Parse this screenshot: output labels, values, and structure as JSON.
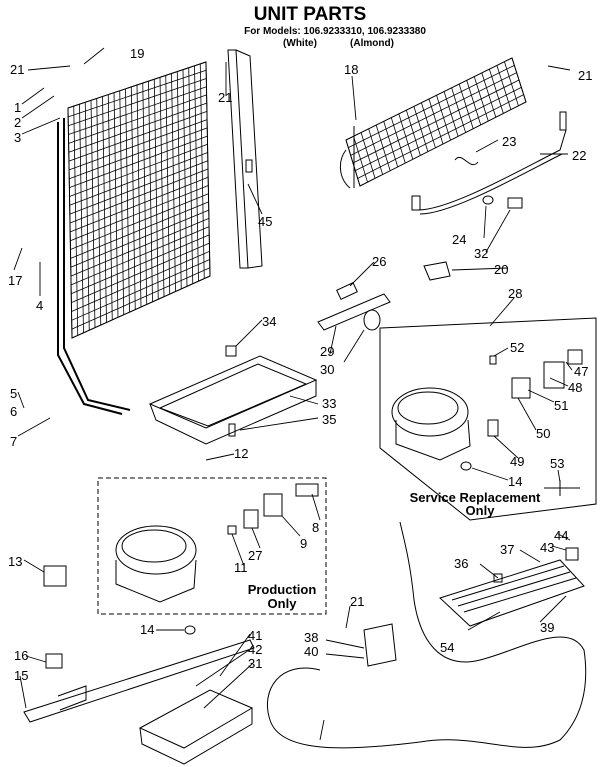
{
  "header": {
    "title": "UNIT PARTS",
    "models_line1": "For Models: 106.9233310, 106.9233380",
    "white": "(White)",
    "almond": "(Almond)"
  },
  "boxes": {
    "service_line1": "Service Replacement",
    "service_line2": "Only",
    "production_line1": "Production",
    "production_line2": "Only"
  },
  "callouts": [
    "1",
    "2",
    "3",
    "4",
    "5",
    "6",
    "7",
    "8",
    "9",
    "11",
    "12",
    "13",
    "14",
    "15",
    "16",
    "17",
    "18",
    "19",
    "20",
    "21",
    "22",
    "23",
    "24",
    "26",
    "27",
    "28",
    "29",
    "30",
    "31",
    "32",
    "33",
    "34",
    "35",
    "36",
    "37",
    "38",
    "39",
    "40",
    "41",
    "42",
    "43",
    "44",
    "45",
    "47",
    "48",
    "49",
    "50",
    "51",
    "52",
    "53",
    "54"
  ],
  "labels": {
    "l21a": "21",
    "l19": "19",
    "l1": "1",
    "l2": "2",
    "l3": "3",
    "l17": "17",
    "l4": "4",
    "l5": "5",
    "l6": "6",
    "l7": "7",
    "l21b": "21",
    "l45": "45",
    "l18": "18",
    "l21c": "21",
    "l23": "23",
    "l22": "22",
    "l24": "24",
    "l32": "32",
    "l26": "26",
    "l20": "20",
    "l28": "28",
    "l34": "34",
    "l29": "29",
    "l30": "30",
    "l33": "33",
    "l35": "35",
    "l52": "52",
    "l47": "47",
    "l48": "48",
    "l51": "51",
    "l50": "50",
    "l49": "49",
    "l14a": "14",
    "l53": "53",
    "l12": "12",
    "l8": "8",
    "l9": "9",
    "l27": "27",
    "l11": "11",
    "l13": "13",
    "l14b": "14",
    "l44": "44",
    "l43": "43",
    "l37": "37",
    "l36": "36",
    "l54": "54",
    "l39": "39",
    "l21d": "21",
    "l38": "38",
    "l40": "40",
    "l41": "41",
    "l42": "42",
    "l31": "31",
    "l16": "16",
    "l15": "15"
  }
}
